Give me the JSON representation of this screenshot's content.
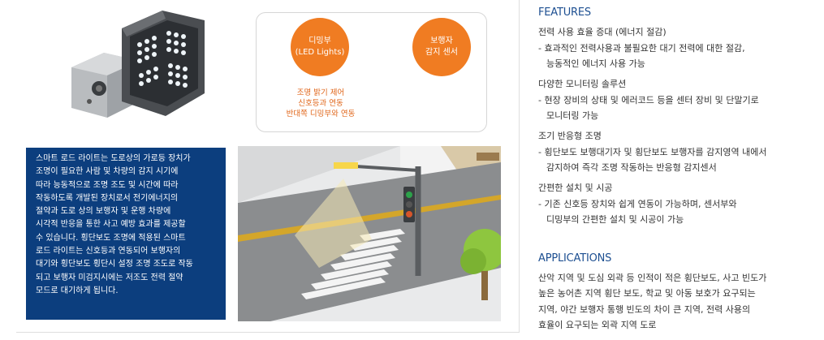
{
  "diagram": {
    "dimming_label": [
      "디밍부",
      "(LED Lights)"
    ],
    "sensor_label": [
      "보행자",
      "감지 센서"
    ],
    "dimming_note": [
      "조명 밝기 제어",
      "신호등과 연동",
      "반대쪽 디밍부와 연동"
    ]
  },
  "description": [
    "스마트 로드 라이트는 도로상의 가로등 장치가",
    "조명이 필요한 사람 및 차량의 감지 시기에",
    "따라 능동적으로 조명 조도 및 시간에 따라",
    "작동하도록 개발된 장치로서 전기에너지의",
    "절약과 도로 상의 보행자 및 운행 차량에",
    "시각적 반응을 통한 사고 예방 효과를 제공할",
    "수 있습니다. 횡단보도 조명에 적용된 스마트",
    "로드 라이트는 신호등과 연동되어 보행자의",
    "대기와 횡단보도 횡단시 설정 조명 조도로 작동",
    "되고 보행자 미검지시에는 저조도 전력 절약",
    "모드로 대기하게 됩니다."
  ],
  "features": {
    "title": "FEATURES",
    "lines": [
      "전력 사용 효율 증대 (에너지 절감)",
      "- 효과적인 전력사용과 불필요한 대기 전력에 대한 절감,",
      "능동적인 에너지 사용 가능",
      "다양한 모니터링 솔루션",
      "- 현장 장비의 상태 및 에러코드 등을 센터 장비 및 단말기로",
      "모니터링 가능",
      "조기 반응형 조명",
      "- 횡단보도 보행대기자 및 횡단보도 보행자를 감지영역 내에서",
      "감지하여 즉각 조명 작동하는 반응형 감지센서",
      "간편한 설치 및 시공",
      "- 기존 신호등 장치와 쉽게 연동이 가능하며, 센서부와",
      "디밍부의 간편한 설치 및 시공이 가능"
    ]
  },
  "applications": {
    "title": "APPLICATIONS",
    "lines": [
      "산악 지역 및 도심 외곽 등 인적이 적은 횡단보도,  사고 빈도가",
      "높은 농어촌 지역 횡단 보도,  학교 및 아동 보호가 요구되는",
      "지역, 야간 보행자 통행 빈도의 차이 큰 지역, 전력 사용의",
      "효율이 요구되는 외곽 지역 도로"
    ]
  }
}
